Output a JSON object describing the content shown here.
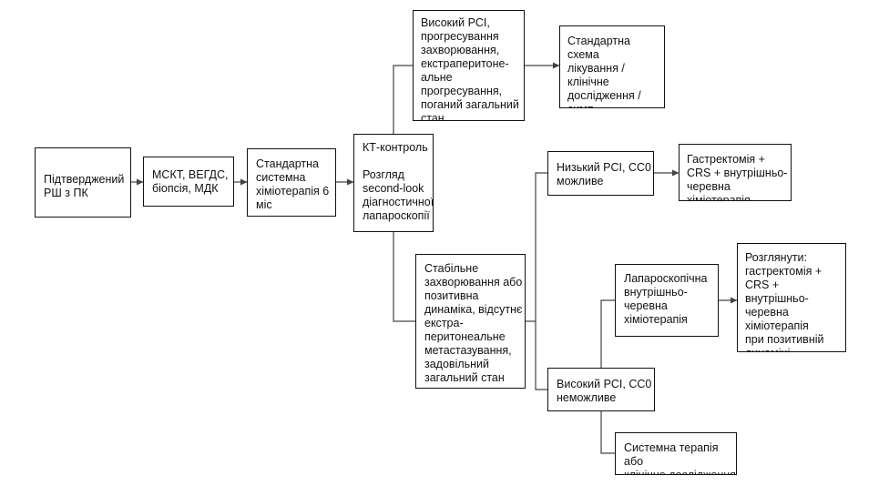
{
  "diagram": {
    "nodes": [
      {
        "id": "n1",
        "text": "Підтверджений\nРШ з ПК"
      },
      {
        "id": "n2",
        "text": "МСКТ, ВЕГДС,\nбіопсія, МДК"
      },
      {
        "id": "n3",
        "text": "Стандартна\nсистемна\nхіміотерапія 6\nміс"
      },
      {
        "id": "n4",
        "text": "КТ-контроль\n\nРозгляд\nsecond-look\nдіагностичної\nлапароскопії"
      },
      {
        "id": "n5",
        "text": "Високий PCI,\nпрогресування\nзахворювання,\nекстраперитоне-\nальне прогресування,\nпоганий загальний\nстан"
      },
      {
        "id": "n6",
        "text": "Стандартна схема\nлікування /\nклінічне\nдослідження / симп-\nтоматична терапія"
      },
      {
        "id": "n7",
        "text": "Стабільне\nзахворювання або\nпозитивна\nдинаміка, відсутнє\nекстра-\nперитонеальне\nметастазування,\nзадовільний\nзагальний стан"
      },
      {
        "id": "n8",
        "text": "Низький PCI, СС0\nможливе"
      },
      {
        "id": "n9",
        "text": "Гастректомія +\nCRS + внутрішньо-\nчеревна хіміотерапія"
      },
      {
        "id": "n10",
        "text": "Високий PCI, СС0\nнеможливе"
      },
      {
        "id": "n11",
        "text": "Лапароскопічна\nвнутрішньо-\nчеревна\nхіміотерапія"
      },
      {
        "id": "n12",
        "text": "Розглянути:\nгастректомія +\nCRS + внутрішньо-\nчеревна\nхіміотерапія\nпри позитивній\nдинаміці"
      },
      {
        "id": "n13",
        "text": "Системна терапія або\nклінічне дослідження"
      }
    ],
    "edges": [
      {
        "from": "n1",
        "to": "n2",
        "arrow": true
      },
      {
        "from": "n2",
        "to": "n3",
        "arrow": true
      },
      {
        "from": "n3",
        "to": "n4",
        "arrow": true
      },
      {
        "from": "n4",
        "to": "n5",
        "arrow": false
      },
      {
        "from": "n4",
        "to": "n7",
        "arrow": false
      },
      {
        "from": "n5",
        "to": "n6",
        "arrow": true
      },
      {
        "from": "n7",
        "to": "n8",
        "arrow": false
      },
      {
        "from": "n7",
        "to": "n10",
        "arrow": false
      },
      {
        "from": "n8",
        "to": "n9",
        "arrow": true
      },
      {
        "from": "n10",
        "to": "n11",
        "arrow": false
      },
      {
        "from": "n10",
        "to": "n13",
        "arrow": false
      },
      {
        "from": "n11",
        "to": "n12",
        "arrow": true
      }
    ]
  }
}
